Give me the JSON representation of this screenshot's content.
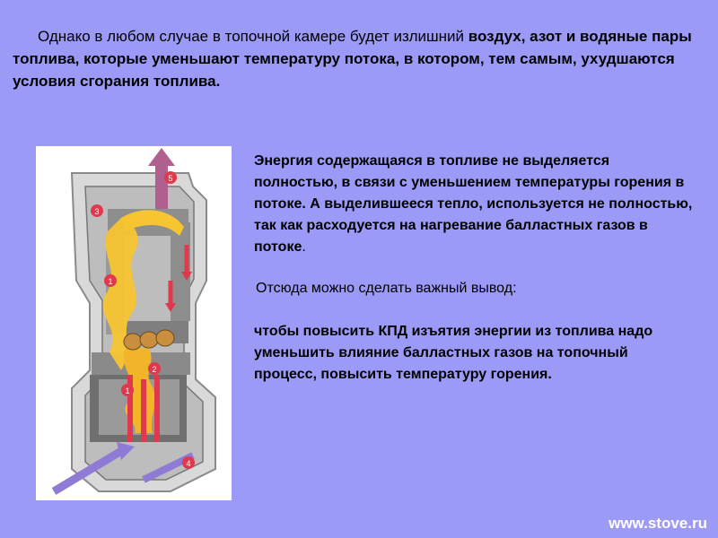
{
  "intro": {
    "part1": "Однако в любом случае в топочной камере будет излишний ",
    "part2_bold": "воздух, азот и водяные пары топлива, которые уменьшают температуру потока, в котором, тем самым, ухудшаются условия сгорания топлива."
  },
  "figure": {
    "markers": [
      "1",
      "2",
      "3",
      "4",
      "5"
    ]
  },
  "right": {
    "para1_main": "Энергия содержащаяся в топливе не выделяется полностью, в связи с уменьшением температуры горения в потоке. А выделившееся тепло, используется не полностью, так как расходуется на нагревание балластных газов в потоке",
    "para1_end": ".",
    "para2": "Отсюда можно сделать важный вывод:",
    "para3": "чтобы повысить КПД изъятия энергии из топлива надо уменьшить влияние балластных газов на топочный процесс, повысить температуру горения."
  },
  "footer": {
    "site": "www.stove.ru"
  },
  "colors": {
    "background": "#9b9bf7",
    "flame": "#f7c531",
    "hot": "#e0384c",
    "cool_arrow": "#8f7bd6"
  }
}
